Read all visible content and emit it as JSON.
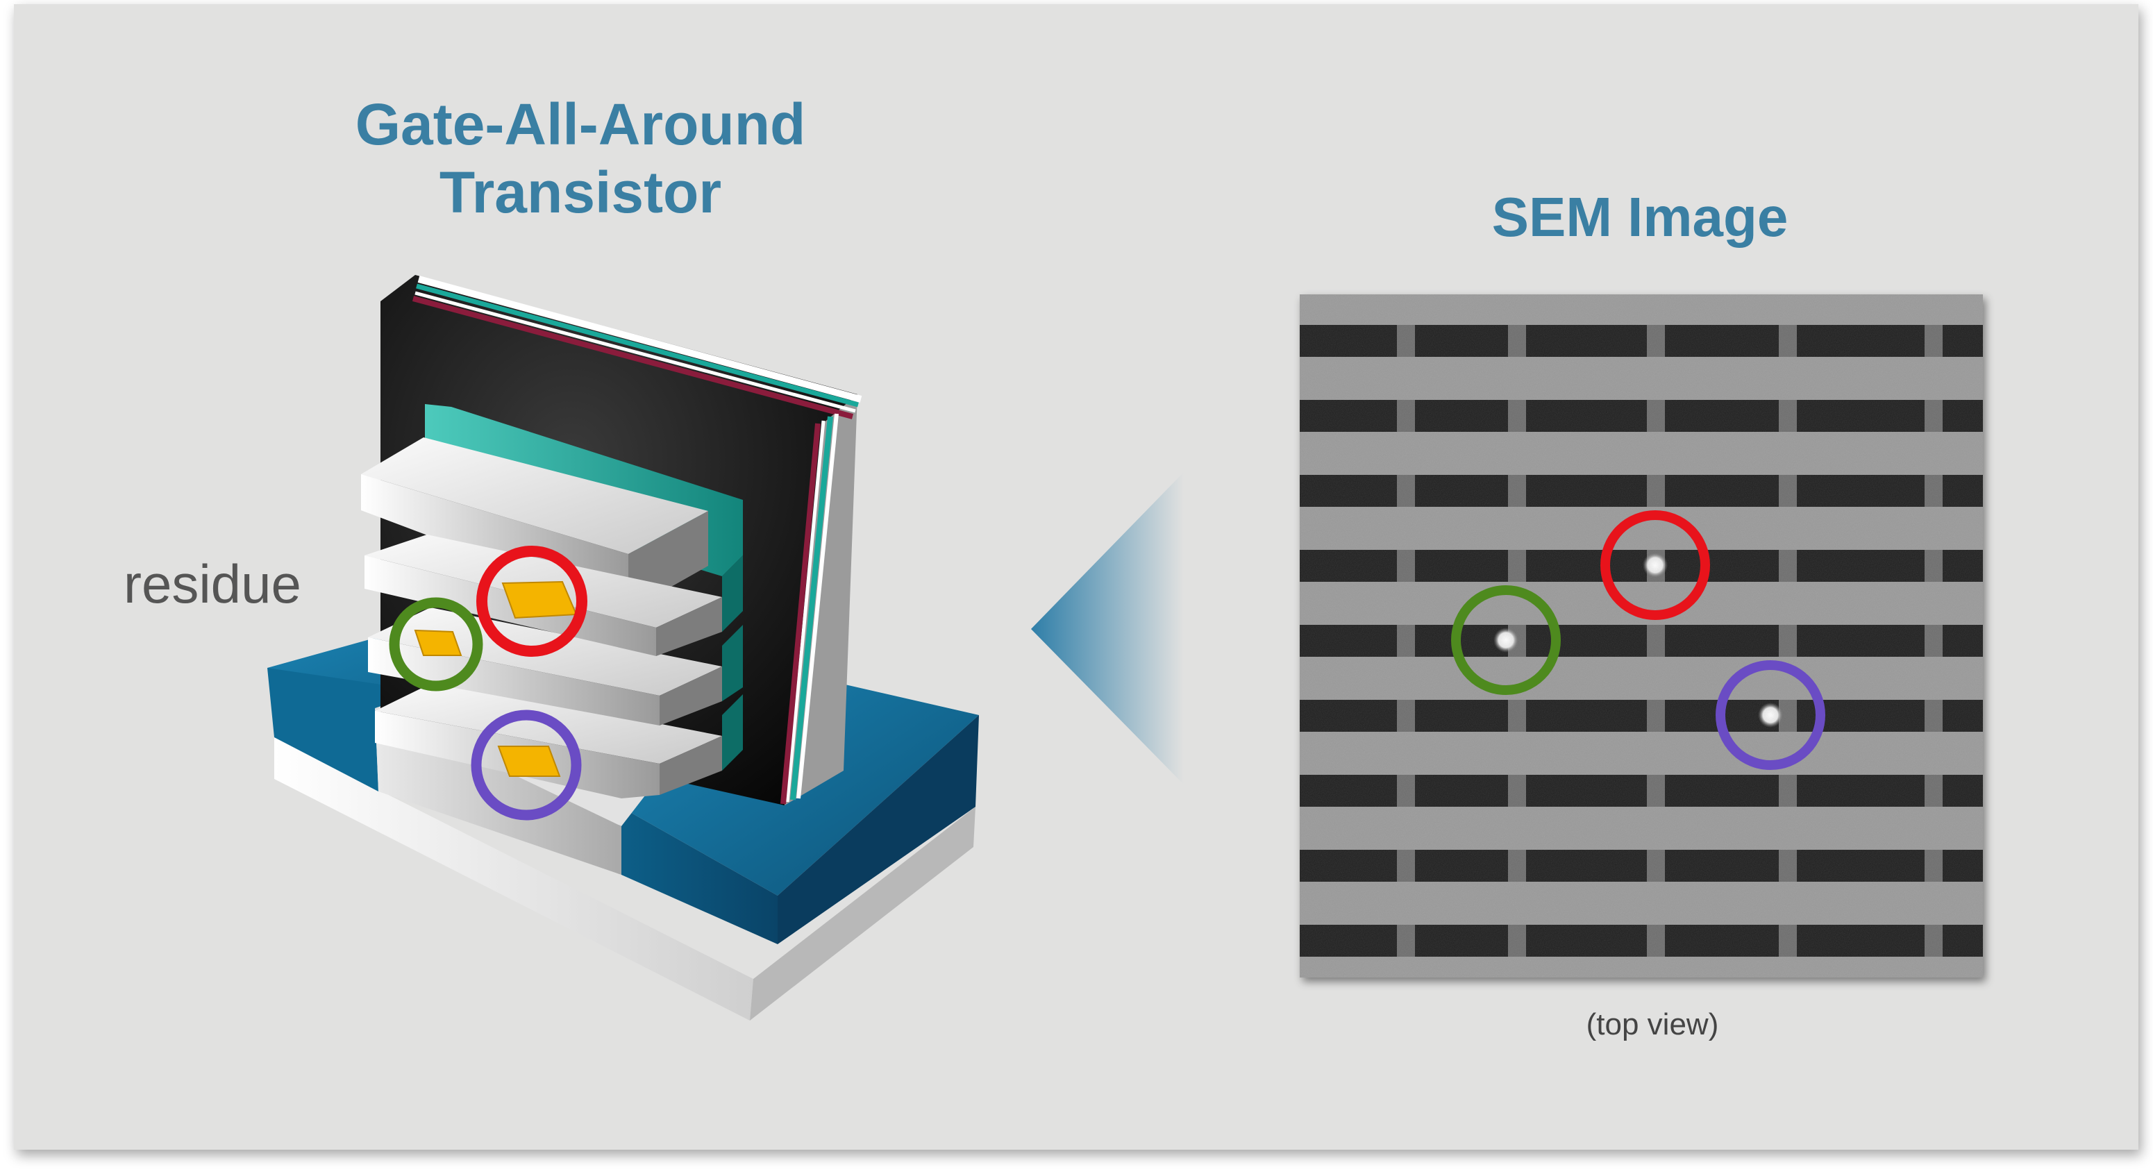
{
  "left_title": {
    "line1": "Gate-All-Around",
    "line2": "Transistor"
  },
  "right_title": "SEM Image",
  "residue_label": "residue",
  "caption": "(top view)",
  "colors": {
    "panel_background": "#e1e1e0",
    "title": "#3a7fa3",
    "label_text": "#555555",
    "circle_red": "#e8131b",
    "circle_green": "#4e8a1e",
    "circle_purple": "#6a4cc4",
    "residue_fill": "#f4b400",
    "substrate_blue": "#0c5f87"
  },
  "markers": [
    {
      "name": "red-marker-circle",
      "color": "red"
    },
    {
      "name": "green-marker-circle",
      "color": "green"
    },
    {
      "name": "purple-marker-circle",
      "color": "purple"
    }
  ]
}
